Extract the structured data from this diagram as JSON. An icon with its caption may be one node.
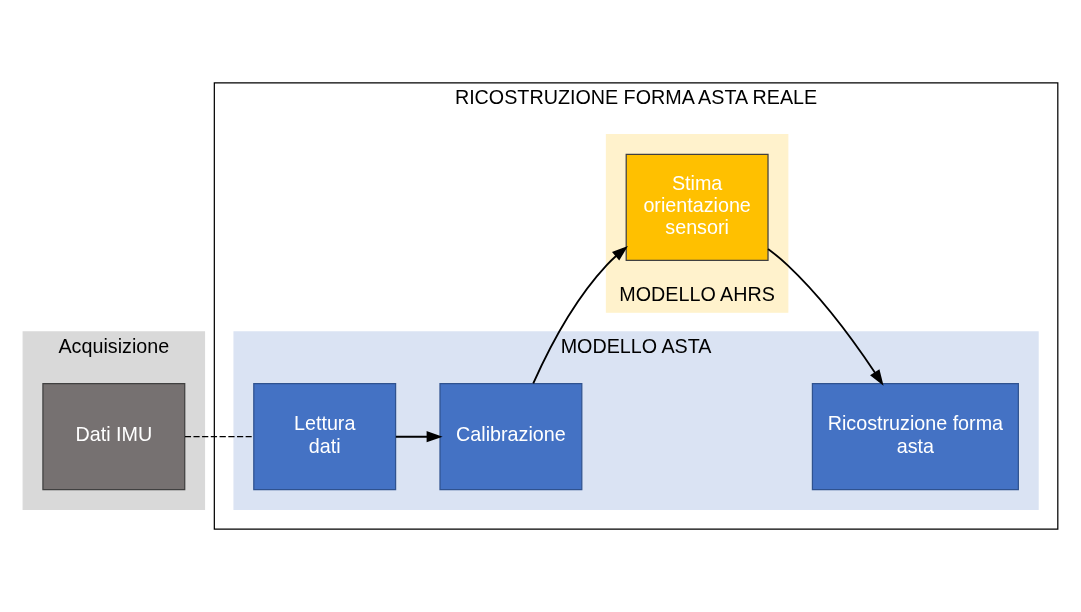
{
  "diagram": {
    "nodes": [
      {
        "text": [
          "Acquisizione"
        ]
      },
      {
        "text": [
          "Dati IMU"
        ],
        "in": 0
      },
      {
        "text": [
          "RICOSTRUZIONE FORMA ASTA REALE"
        ]
      },
      {
        "text": [
          "MODELLO ASTA"
        ],
        "in": 2
      },
      {
        "text": [
          "Lettura dati"
        ],
        "in": 3
      },
      {
        "text": [
          "Calibrazione"
        ],
        "in": 3
      },
      {
        "text": [
          "Ricostruzione forma asta"
        ],
        "in": 3
      },
      {
        "text": [
          "MODELLO AHRS"
        ],
        "in": 2
      },
      {
        "text": [
          "Stima orientazione sensori"
        ],
        "in": 7
      }
    ],
    "edges": [
      {
        "from": 1,
        "to": 4,
        "arrow": "none",
        "style": "dashed"
      },
      {
        "from": 4,
        "to": 5,
        "arrow": "to"
      },
      {
        "from": 5,
        "to": 8,
        "arrow": "to"
      },
      {
        "from": 8,
        "to": 6,
        "arrow": "to"
      }
    ]
  }
}
